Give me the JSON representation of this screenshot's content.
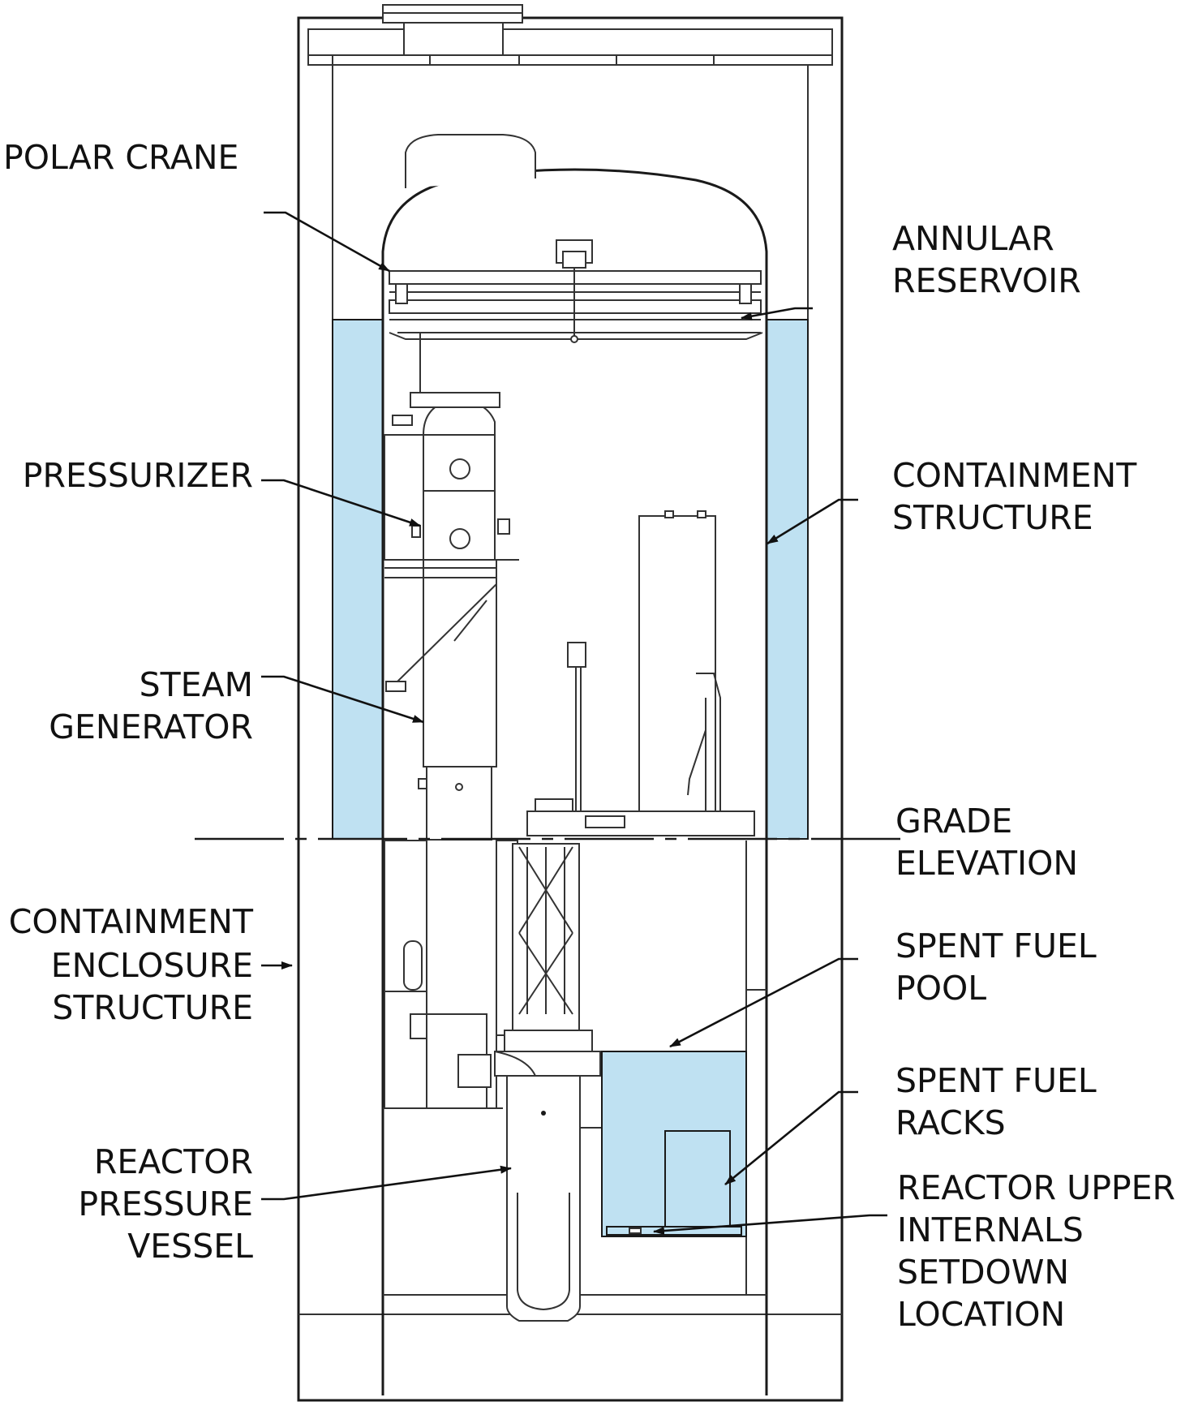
{
  "diagram": {
    "colors": {
      "water": "#bfe1f2",
      "line": "#1a1a1a",
      "background": "#ffffff"
    },
    "labels": {
      "polar_crane": [
        "POLAR CRANE"
      ],
      "annular_reservoir": [
        "ANNULAR",
        "RESERVOIR"
      ],
      "pressurizer": [
        "PRESSURIZER"
      ],
      "containment_structure": [
        "CONTAINMENT",
        "STRUCTURE"
      ],
      "steam_generator": [
        "STEAM",
        "GENERATOR"
      ],
      "grade_elevation": [
        "GRADE",
        "ELEVATION"
      ],
      "containment_enclosure_structure": [
        "CONTAINMENT",
        "ENCLOSURE",
        "STRUCTURE"
      ],
      "spent_fuel_pool": [
        "SPENT FUEL",
        "POOL"
      ],
      "spent_fuel_racks": [
        "SPENT FUEL",
        "RACKS"
      ],
      "reactor_pressure_vessel": [
        "REACTOR",
        "PRESSURE",
        "VESSEL"
      ],
      "reactor_upper_internals_setdown_location": [
        "REACTOR UPPER",
        "INTERNALS",
        "SETDOWN",
        "LOCATION"
      ]
    }
  }
}
